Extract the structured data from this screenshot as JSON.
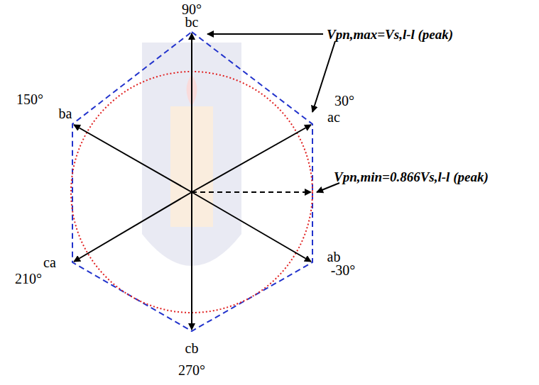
{
  "diagram": {
    "labels": [
      "90°",
      "bc",
      "150°",
      "ba",
      "30°",
      "ac",
      "ab",
      "-30°",
      "ca",
      "210°",
      "cb",
      "270°",
      "Vpn,max=Vs,l-l (peak)",
      "Vpn,min=0.866Vs,l-l (peak)"
    ]
  }
}
